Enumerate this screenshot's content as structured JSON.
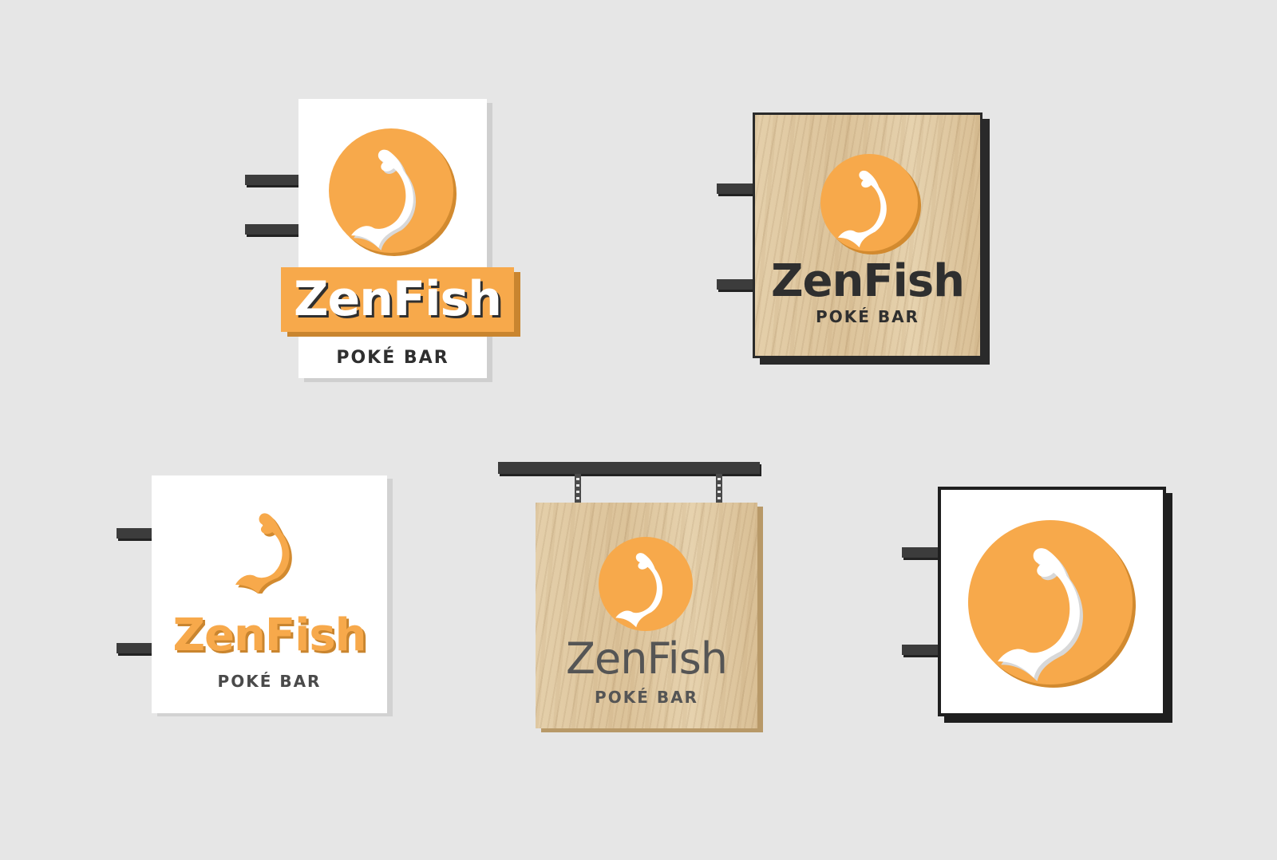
{
  "brand": {
    "name": "ZenFish",
    "tagline": "POKÉ BAR"
  },
  "signs": [
    {
      "name": "ZenFish",
      "tagline": "POKÉ BAR"
    },
    {
      "name": "ZenFish",
      "tagline": "POKÉ BAR"
    },
    {
      "name": "ZenFish",
      "tagline": "POKÉ BAR"
    },
    {
      "name": "ZenFish",
      "tagline": "POKÉ BAR"
    }
  ],
  "colors": {
    "background": "#e6e6e6",
    "orange": "#f7a94b",
    "orange_shadow": "#d28a2f",
    "dark_text": "#2f2f2f",
    "bracket": "#3c3c3c",
    "white": "#ffffff",
    "wood": "#dcc39a"
  },
  "icons": {
    "logo": "koi-fish-icon"
  }
}
